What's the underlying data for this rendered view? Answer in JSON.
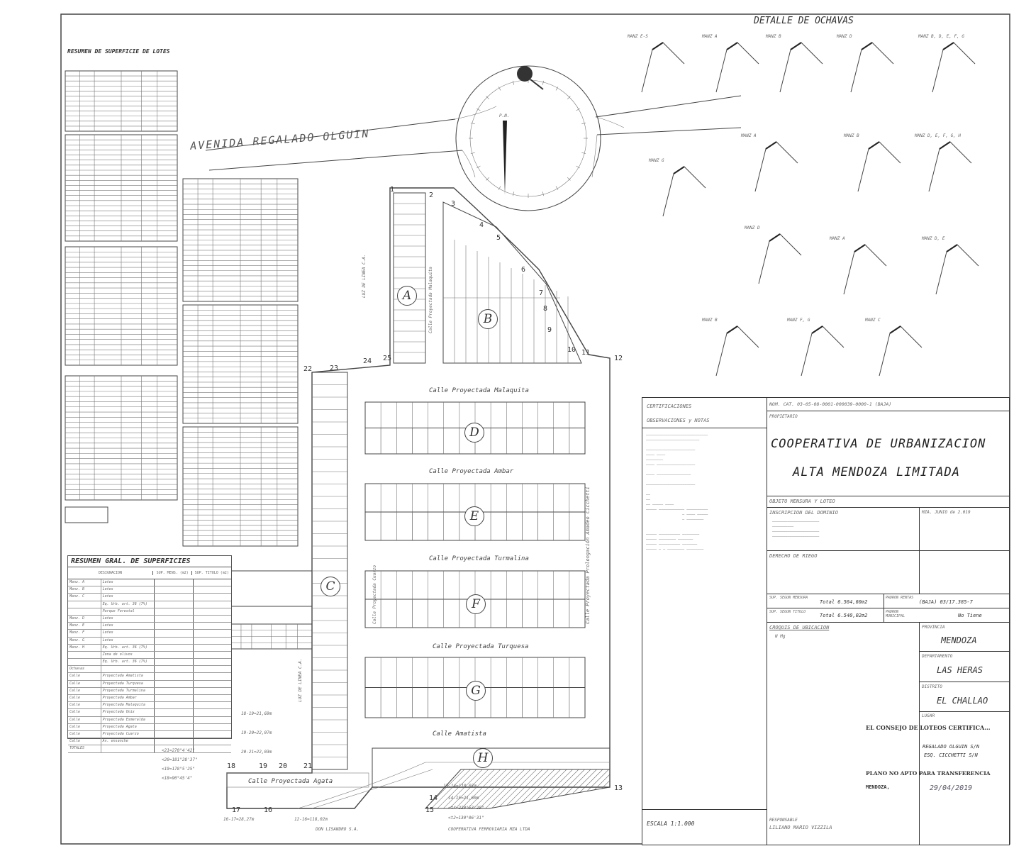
{
  "sheet": {
    "title_lots_summary": "RESUMEN DE SUPERFICIE DE LOTES",
    "title_general_summary": "RESUMEN GRAL. DE SUPERFICIES",
    "title_ochavas": "DETALLE DE OCHAVAS",
    "avenue": "AVENIDA REGALADO OLGUIN",
    "north_label": "P.N."
  },
  "streets": {
    "malaquita": "Calle Proyectada Malaquita",
    "ambar": "Calle Proyectada Ambar",
    "turmalina": "Calle Proyectada Turmalina",
    "turquesa": "Calle Proyectada Turquesa",
    "amatista": "Calle Amatista",
    "agata": "Calle Proyectada Agata",
    "cuarzo": "Calle Proyectada Cuarzo",
    "ochetti": "Calle Proyectada Prolongación Amadeo Cicchetti",
    "luz_linea_a": "LUZ DE LINEA C.A.",
    "luz_linea_b": "LUZ DE LINEA C.A."
  },
  "blocks": [
    "A",
    "B",
    "C",
    "D",
    "E",
    "F",
    "G",
    "H"
  ],
  "vertices": [
    "1",
    "2",
    "3",
    "4",
    "5",
    "6",
    "7",
    "8",
    "9",
    "10",
    "11",
    "12",
    "13",
    "14",
    "15",
    "16",
    "17",
    "18",
    "19",
    "20",
    "21",
    "22",
    "23",
    "24",
    "25"
  ],
  "ochavas": [
    "MANZ E-S",
    "MANZ A",
    "MANZ B",
    "MANZ D",
    "MANZ B, D, E, F, G",
    "MANZ A",
    "MANZ G",
    "MANZ B",
    "MANZ D, E, F, G, H",
    "MANZ D",
    "MANZ A",
    "MANZ D, E",
    "MANZ B",
    "MANZ F, G",
    "MANZ C"
  ],
  "general_summary": {
    "headers": [
      "DESIGNACION",
      "SUP. MENS. (m2)",
      "SUP. TITULO (m2)"
    ],
    "rows": [
      [
        "Manz. A",
        "Lotes"
      ],
      [
        "Manz. B",
        "Lotes"
      ],
      [
        "Manz. C",
        "Lotes"
      ],
      [
        "",
        "Eq. Urb. art. 36 (7%)"
      ],
      [
        "",
        "Parque Forestal"
      ],
      [
        "Manz. D",
        "Lotes"
      ],
      [
        "Manz. E",
        "Lotes"
      ],
      [
        "Manz. F",
        "Lotes"
      ],
      [
        "Manz. G",
        "Lotes"
      ],
      [
        "Manz. H",
        "Eq. Urb. art. 36 (7%)"
      ],
      [
        "",
        "Zona de olivos"
      ],
      [
        "",
        "Eq. Urb. art. 36 (7%)"
      ],
      [
        "Ochavas",
        ""
      ],
      [
        "Calle",
        "Proyectada Amatista"
      ],
      [
        "Calle",
        "Proyectada Turquesa"
      ],
      [
        "Calle",
        "Proyectada Turmalina"
      ],
      [
        "Calle",
        "Proyectada Ambar"
      ],
      [
        "Calle",
        "Proyectada Malaquita"
      ],
      [
        "Calle",
        "Proyectada Onix"
      ],
      [
        "Calle",
        "Proyectada Esmeralda"
      ],
      [
        "Calle",
        "Proyectada Agata"
      ],
      [
        "Calle",
        "Proyectada Cuarzo"
      ],
      [
        "Calle",
        "Av. ensanche"
      ],
      [
        "TOTALES",
        ""
      ]
    ]
  },
  "title_block": {
    "certificaciones": "CERTIFICACIONES",
    "observaciones": "OBSERVACIONES y NOTAS",
    "nom_cat": "NOM. CAT. 03-05-08-0001-000039-0000-1 (BAJA)",
    "propietario_label": "PROPIETARIO",
    "owner_line1": "COOPERATIVA DE URBANIZACION",
    "owner_line2": "ALTA MENDOZA LIMITADA",
    "objeto": "OBJETO MENSURA Y LOTEO",
    "inscripcion": "INSCRIPCION DEL DOMINIO",
    "fecha": "MZA. JUNIO de 2.019",
    "derecho_riego": "DERECHO DE RIEGO",
    "sup_mensura_label": "SUP. SEGUN MENSURA",
    "sup_mensura": "Total 6.564,60m2",
    "sup_titulo_label": "SUP. SEGUN TITULO",
    "sup_titulo": "Total 6.540,02m2",
    "padron_label": "PADRON RENTAS",
    "padron": "(BAJA) 03/17.385-7",
    "padron_mun_label": "PADRON MUNICIPAL",
    "padron_mun": "No Tiene",
    "croquis": "CROQUIS DE UBICACION",
    "n_mg": "N Mg",
    "provincia_label": "PROVINCIA",
    "provincia": "MENDOZA",
    "departamento_label": "DEPARTAMENTO",
    "departamento": "LAS HERAS",
    "distrito_label": "DISTRITO",
    "distrito": "EL CHALLAO",
    "lugar_label": "LUGAR",
    "stamp_line1": "EL CONSEJO DE LOTEOS CERTIFICA...",
    "stamp_line2": "REGALADO OLGUIN S/N",
    "stamp_line3": "ESQ. CICCHETTI S/N",
    "stamp_line4": "PLANO NO APTO PARA TRANSFERENCIA",
    "stamp_line5": "MENDOZA,",
    "stamp_date": "29/04/2019",
    "responsable_label": "RESPONSABLE",
    "responsable": "LILIANO MARIO VIZZILA",
    "escala": "ESCALA 1:1.000"
  },
  "measures": {
    "m1": "18-19=21,69m",
    "m2": "19-20=22,07m",
    "m3": "20-21=22,03m",
    "m4": "16-17=28,27m",
    "m5": "12-16=118,02m",
    "m6": "13-14=118,07m",
    "m7": "14-15=21,60m",
    "m8": "<t4=220°53'29\"",
    "m9": "<t2=130°06'31\"",
    "neighbor1": "DON LISANDRO S.A.",
    "neighbor2": "COOPERATIVA FERROVIARIA MZA LTDA",
    "m10": "<21=270°4'42\"",
    "m11": "<20=181°28'37\"",
    "m12": "<19=178°5'25\"",
    "m13": "<18=90°45'4\""
  }
}
